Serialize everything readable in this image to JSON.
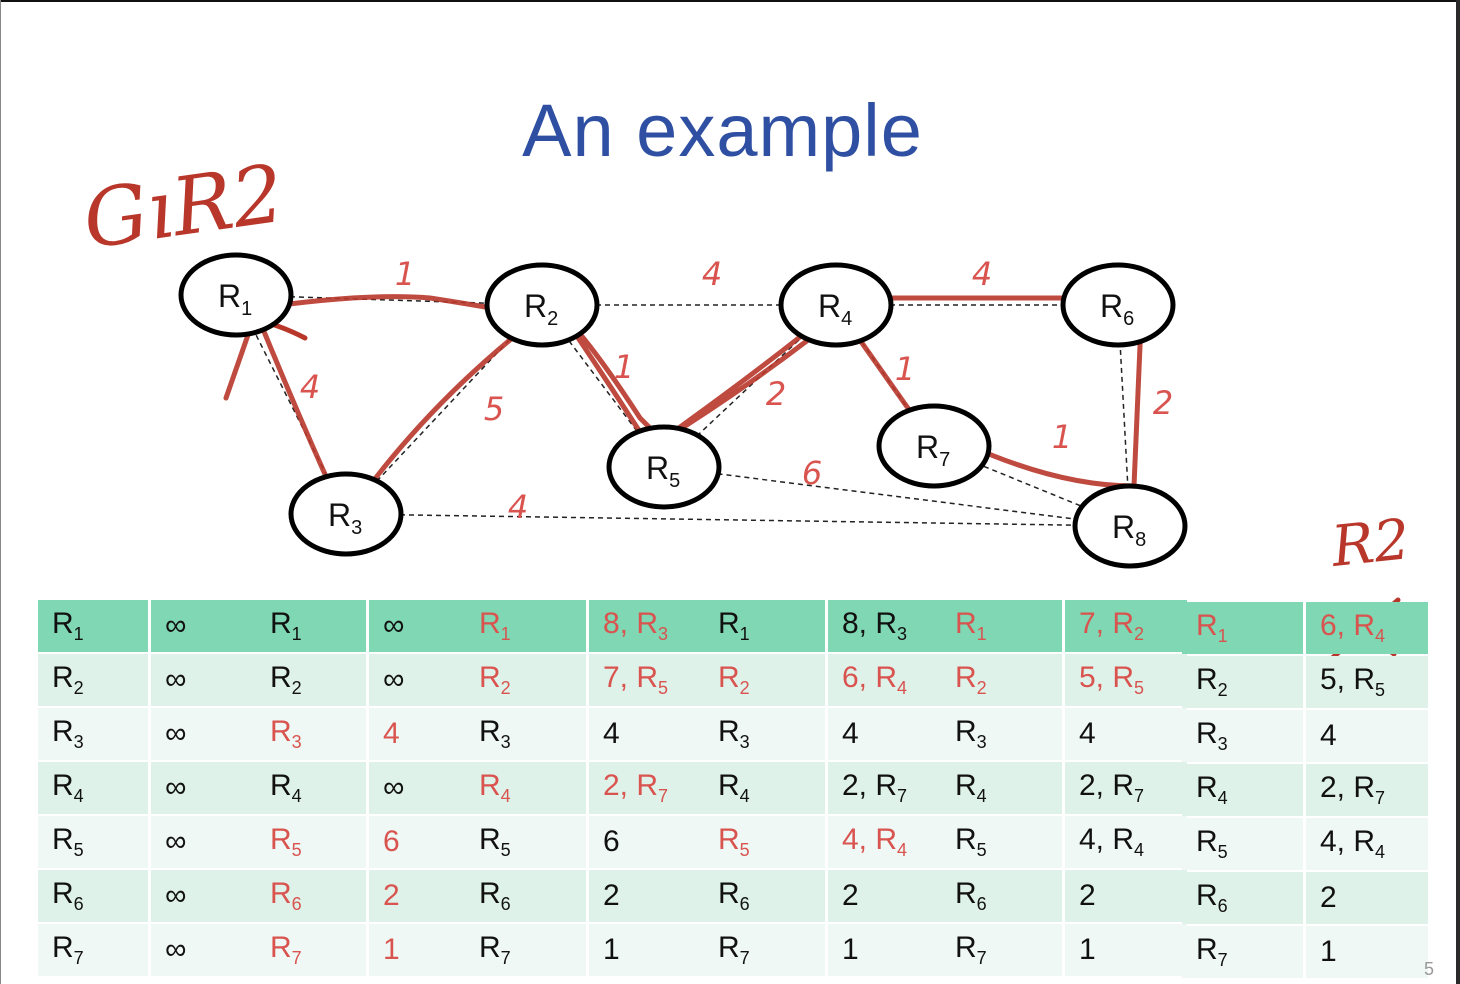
{
  "slide": {
    "title": "An example",
    "page_number": "5"
  },
  "annotations": {
    "top_left": "GıR2",
    "top_right": "R2"
  },
  "graph": {
    "nodes": [
      {
        "id": "R1",
        "letter": "R",
        "sub": "1"
      },
      {
        "id": "R2",
        "letter": "R",
        "sub": "2"
      },
      {
        "id": "R3",
        "letter": "R",
        "sub": "3"
      },
      {
        "id": "R4",
        "letter": "R",
        "sub": "4"
      },
      {
        "id": "R5",
        "letter": "R",
        "sub": "5"
      },
      {
        "id": "R6",
        "letter": "R",
        "sub": "6"
      },
      {
        "id": "R7",
        "letter": "R",
        "sub": "7"
      },
      {
        "id": "R8",
        "letter": "R",
        "sub": "8"
      }
    ],
    "edges": [
      {
        "from": "R1",
        "to": "R2",
        "weight": "1"
      },
      {
        "from": "R2",
        "to": "R4",
        "weight": "4"
      },
      {
        "from": "R4",
        "to": "R6",
        "weight": "4"
      },
      {
        "from": "R1",
        "to": "R3",
        "weight": "4"
      },
      {
        "from": "R3",
        "to": "R2",
        "weight": "5"
      },
      {
        "from": "R2",
        "to": "R5",
        "weight": "1"
      },
      {
        "from": "R5",
        "to": "R4",
        "weight": "2"
      },
      {
        "from": "R4",
        "to": "R7",
        "weight": "1"
      },
      {
        "from": "R7",
        "to": "R8",
        "weight": "1"
      },
      {
        "from": "R6",
        "to": "R8",
        "weight": "2"
      },
      {
        "from": "R5",
        "to": "R8",
        "weight": "6"
      },
      {
        "from": "R3",
        "to": "R8",
        "weight": "4"
      }
    ]
  },
  "colors": {
    "title": "#2f4fa3",
    "edge_weight": "#d9534f",
    "ink": "#b8362a",
    "header_row": "#7fd7b3",
    "row_a": "#dff2ea",
    "row_b": "#eff8f4",
    "changed_text": "#d9534f"
  },
  "tables": [
    {
      "rows": [
        {
          "r": "R",
          "s": "1",
          "v": "∞"
        },
        {
          "r": "R",
          "s": "2",
          "v": "∞"
        },
        {
          "r": "R",
          "s": "3",
          "v": "∞"
        },
        {
          "r": "R",
          "s": "4",
          "v": "∞"
        },
        {
          "r": "R",
          "s": "5",
          "v": "∞"
        },
        {
          "r": "R",
          "s": "6",
          "v": "∞"
        },
        {
          "r": "R",
          "s": "7",
          "v": "∞"
        }
      ]
    },
    {
      "rows": [
        {
          "r": "R",
          "s": "1",
          "v": "∞"
        },
        {
          "r": "R",
          "s": "2",
          "v": "∞"
        },
        {
          "r": "R",
          "s": "3",
          "v": "4",
          "changed": true
        },
        {
          "r": "R",
          "s": "4",
          "v": "∞"
        },
        {
          "r": "R",
          "s": "5",
          "v": "6",
          "changed": true
        },
        {
          "r": "R",
          "s": "6",
          "v": "2",
          "changed": true
        },
        {
          "r": "R",
          "s": "7",
          "v": "1",
          "changed": true
        }
      ]
    },
    {
      "rows": [
        {
          "r": "R",
          "s": "1",
          "v": "8, R",
          "vs": "3",
          "changed": true
        },
        {
          "r": "R",
          "s": "2",
          "v": "7, R",
          "vs": "5",
          "changed": true
        },
        {
          "r": "R",
          "s": "3",
          "v": "4"
        },
        {
          "r": "R",
          "s": "4",
          "v": "2, R",
          "vs": "7",
          "changed": true
        },
        {
          "r": "R",
          "s": "5",
          "v": "6"
        },
        {
          "r": "R",
          "s": "6",
          "v": "2"
        },
        {
          "r": "R",
          "s": "7",
          "v": "1"
        }
      ]
    },
    {
      "rows": [
        {
          "r": "R",
          "s": "1",
          "v": "8, R",
          "vs": "3"
        },
        {
          "r": "R",
          "s": "2",
          "v": "6, R",
          "vs": "4",
          "changed": true
        },
        {
          "r": "R",
          "s": "3",
          "v": "4"
        },
        {
          "r": "R",
          "s": "4",
          "v": "2, R",
          "vs": "7"
        },
        {
          "r": "R",
          "s": "5",
          "v": "4, R",
          "vs": "4",
          "changed": true
        },
        {
          "r": "R",
          "s": "6",
          "v": "2"
        },
        {
          "r": "R",
          "s": "7",
          "v": "1"
        }
      ]
    },
    {
      "rows": [
        {
          "r": "R",
          "s": "1",
          "v": "7, R",
          "vs": "2",
          "changed": true
        },
        {
          "r": "R",
          "s": "2",
          "v": "5, R",
          "vs": "5",
          "changed": true
        },
        {
          "r": "R",
          "s": "3",
          "v": "4"
        },
        {
          "r": "R",
          "s": "4",
          "v": "2, R",
          "vs": "7"
        },
        {
          "r": "R",
          "s": "5",
          "v": "4, R",
          "vs": "4"
        },
        {
          "r": "R",
          "s": "6",
          "v": "2"
        },
        {
          "r": "R",
          "s": "7",
          "v": "1"
        }
      ]
    },
    {
      "rows": [
        {
          "r": "R",
          "s": "1",
          "v": "6, R",
          "vs": "4",
          "changed": true,
          "crossed": true
        },
        {
          "r": "R",
          "s": "2",
          "v": "5, R",
          "vs": "5"
        },
        {
          "r": "R",
          "s": "3",
          "v": "4"
        },
        {
          "r": "R",
          "s": "4",
          "v": "2, R",
          "vs": "7"
        },
        {
          "r": "R",
          "s": "5",
          "v": "4, R",
          "vs": "4"
        },
        {
          "r": "R",
          "s": "6",
          "v": "2"
        },
        {
          "r": "R",
          "s": "7",
          "v": "1"
        }
      ]
    }
  ]
}
